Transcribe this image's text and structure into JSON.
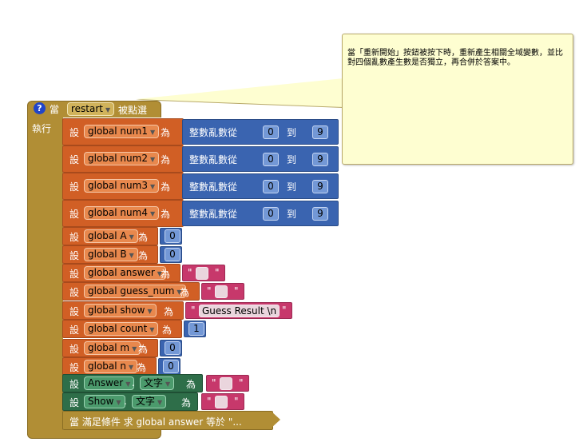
{
  "comment": {
    "text": "當「重新開始」按鈕被按下時，重新產生相關全域變數，並比對四個亂數產生數是否獨立，再合併於答案中。"
  },
  "event": {
    "when_label": "當",
    "component": "restart",
    "clicked_label": "被點選",
    "do_label": "執行"
  },
  "labels": {
    "set": "設",
    "to": "為",
    "random": "整數亂數從",
    "to_range": "到",
    "dot": ".",
    "quote": "\"",
    "quote_end": "\""
  },
  "random_sets": [
    {
      "var": "global num1",
      "from": "0",
      "to": "9"
    },
    {
      "var": "global num2",
      "from": "0",
      "to": "9"
    },
    {
      "var": "global num3",
      "from": "0",
      "to": "9"
    },
    {
      "var": "global num4",
      "from": "0",
      "to": "9"
    }
  ],
  "simple_sets": [
    {
      "var": "global A",
      "value": "0"
    },
    {
      "var": "global B",
      "value": "0"
    },
    {
      "var": "global answer",
      "value": ""
    },
    {
      "var": "global guess_num",
      "value": ""
    },
    {
      "var": "global show",
      "value": "Guess Result \\n"
    },
    {
      "var": "global count",
      "value": "1"
    },
    {
      "var": "global m",
      "value": "0"
    },
    {
      "var": "global n",
      "value": "0"
    }
  ],
  "component_sets": [
    {
      "component": "Answer",
      "property": "文字",
      "value": ""
    },
    {
      "component": "Show",
      "property": "文字",
      "value": ""
    }
  ],
  "call": {
    "text": "當 滿足條件 求 global answer 等於 \"..."
  },
  "colors": {
    "control": "#b18e35",
    "variables": "#d15f25",
    "math": "#3a64b0",
    "text": "#c7386b",
    "component": "#2e6e49",
    "comment": "#fefed1"
  }
}
